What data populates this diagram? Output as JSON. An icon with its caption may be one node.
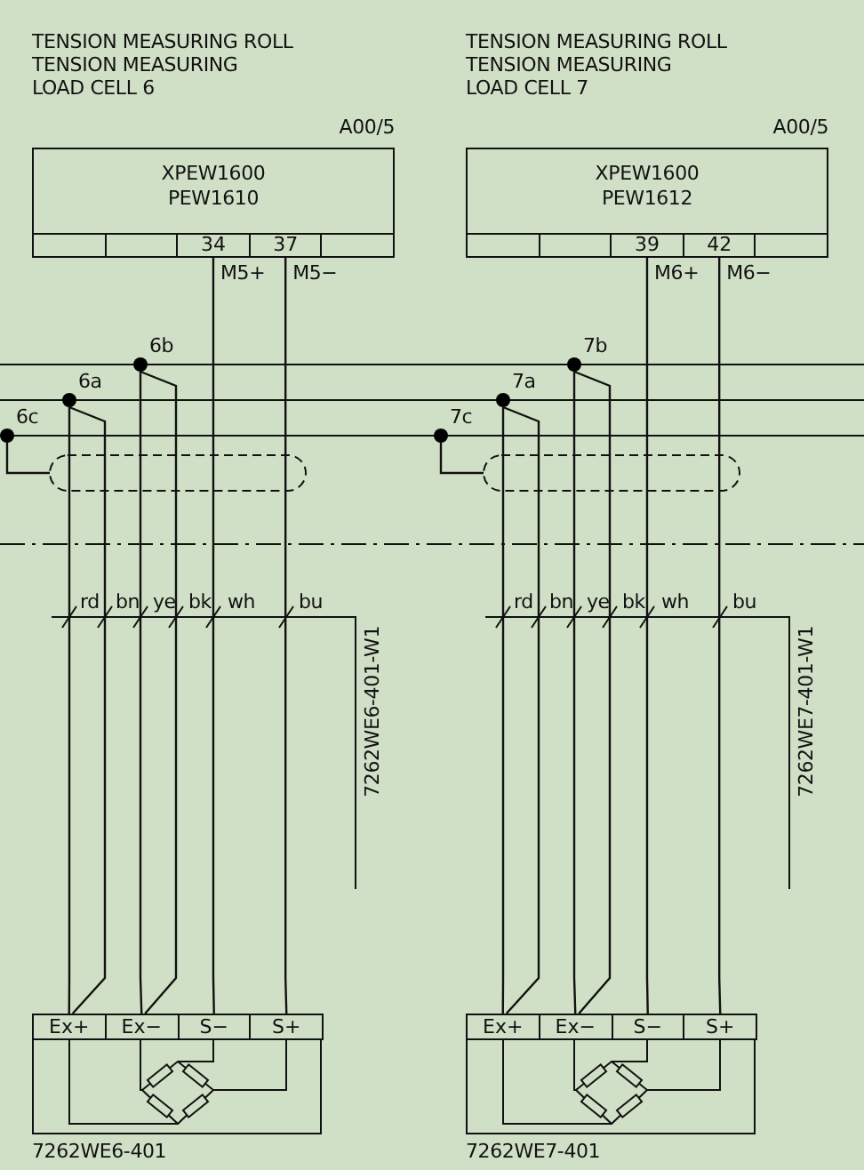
{
  "diagram": {
    "nodes": [
      {
        "text": [
          "TENSION MEASURING ROLL",
          "TENSION MEASURING",
          "LOAD CELL 6",
          "XPEW1600",
          "PEW1610"
        ],
        "beside": [
          "A00/5"
        ]
      },
      {
        "text": [],
        "shape": "box",
        "in": 0
      },
      {
        "text": [],
        "shape": "box",
        "in": 0
      },
      {
        "text": [
          "34"
        ],
        "in": 0
      },
      {
        "text": [
          "37"
        ],
        "in": 0
      },
      {
        "text": [],
        "shape": "box",
        "in": 0
      },
      {
        "text": [
          "TENSION MEASURING ROLL",
          "TENSION MEASURING",
          "LOAD CELL 7",
          "XPEW1600",
          "PEW1612"
        ],
        "beside": [
          "A00/5"
        ]
      },
      {
        "text": [],
        "shape": "box",
        "in": 6
      },
      {
        "text": [],
        "shape": "box",
        "in": 6
      },
      {
        "text": [
          "39"
        ],
        "in": 6
      },
      {
        "text": [
          "42"
        ],
        "in": 6
      },
      {
        "text": [],
        "shape": "box",
        "in": 6
      },
      {
        "text": [
          "6b"
        ]
      },
      {
        "text": [
          "6a"
        ]
      },
      {
        "text": [
          "6c"
        ]
      },
      {
        "text": [
          "7b"
        ]
      },
      {
        "text": [
          "7a"
        ]
      },
      {
        "text": [
          "7c"
        ]
      },
      {
        "text": [],
        "shape": "box"
      },
      {
        "text": [
          "Ex+"
        ],
        "in": 18
      },
      {
        "text": [
          "Ex−"
        ],
        "in": 18
      },
      {
        "text": [
          "S−"
        ],
        "in": 18
      },
      {
        "text": [
          "S+"
        ],
        "in": 18
      },
      {
        "text": [],
        "shape": "box"
      },
      {
        "text": [
          "Ex+"
        ],
        "in": 23
      },
      {
        "text": [
          "Ex−"
        ],
        "in": 23
      },
      {
        "text": [
          "S−"
        ],
        "in": 23
      },
      {
        "text": [
          "S+"
        ],
        "in": 23
      }
    ],
    "edges": [
      {
        "from": 13,
        "to": 19,
        "arrow": "none"
      },
      {
        "from": 13,
        "to": 19,
        "arrow": "none"
      },
      {
        "from": 12,
        "to": 20,
        "arrow": "none"
      },
      {
        "from": 12,
        "to": 20,
        "arrow": "none"
      },
      {
        "from": 3,
        "to": 21,
        "arrow": "none",
        "label": "M5+"
      },
      {
        "from": 4,
        "to": 22,
        "arrow": "none",
        "label": "M5−"
      },
      {
        "from": 14,
        "to": null,
        "arrow": "none"
      },
      {
        "from": 16,
        "to": 24,
        "arrow": "none"
      },
      {
        "from": 16,
        "to": 24,
        "arrow": "none"
      },
      {
        "from": 15,
        "to": 25,
        "arrow": "none"
      },
      {
        "from": 15,
        "to": 25,
        "arrow": "none"
      },
      {
        "from": 9,
        "to": 26,
        "arrow": "none",
        "label": "M6+"
      },
      {
        "from": 10,
        "to": 27,
        "arrow": "none",
        "label": "M6−"
      },
      {
        "from": 17,
        "to": null,
        "arrow": "none"
      }
    ],
    "labels": [
      "rd",
      "bn",
      "ye",
      "bk",
      "wh",
      "bu",
      "7262WE6-401-W1",
      "rd",
      "bn",
      "ye",
      "bk",
      "wh",
      "bu",
      "7262WE7-401-W1",
      "7262WE6-401",
      "7262WE7-401"
    ]
  }
}
